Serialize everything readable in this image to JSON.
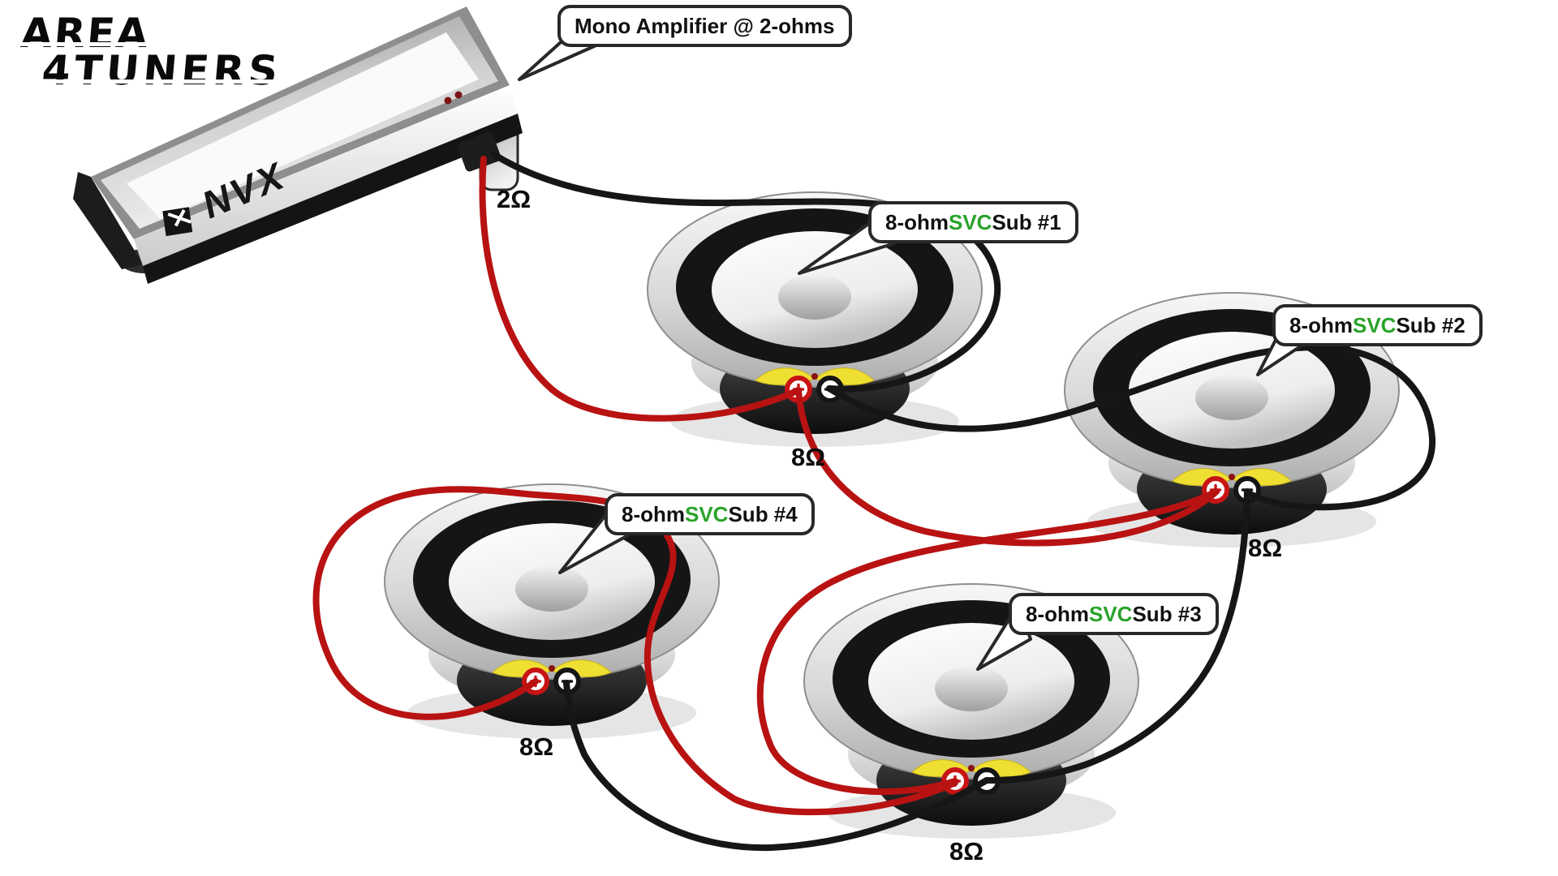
{
  "brand": {
    "line1": "AREA",
    "line2": "4TUNERS"
  },
  "amplifier": {
    "brand": "NVX",
    "callout": "Mono Amplifier @ 2-ohms",
    "impedance_label": "2Ω"
  },
  "subwoofers": [
    {
      "name": "Sub #1",
      "callout_prefix": "8-ohm ",
      "callout_highlight": "SVC",
      "callout_suffix": " Sub #1",
      "impedance_label": "8Ω"
    },
    {
      "name": "Sub #2",
      "callout_prefix": "8-ohm ",
      "callout_highlight": "SVC",
      "callout_suffix": " Sub #2",
      "impedance_label": "8Ω"
    },
    {
      "name": "Sub #3",
      "callout_prefix": "8-ohm ",
      "callout_highlight": "SVC",
      "callout_suffix": " Sub #3",
      "impedance_label": "8Ω"
    },
    {
      "name": "Sub #4",
      "callout_prefix": "8-ohm ",
      "callout_highlight": "SVC",
      "callout_suffix": " Sub #4",
      "impedance_label": "8Ω"
    }
  ],
  "wiring": {
    "positive_color": "#b81212",
    "negative_color": "#161616",
    "svc_green": "#2aa32a"
  }
}
